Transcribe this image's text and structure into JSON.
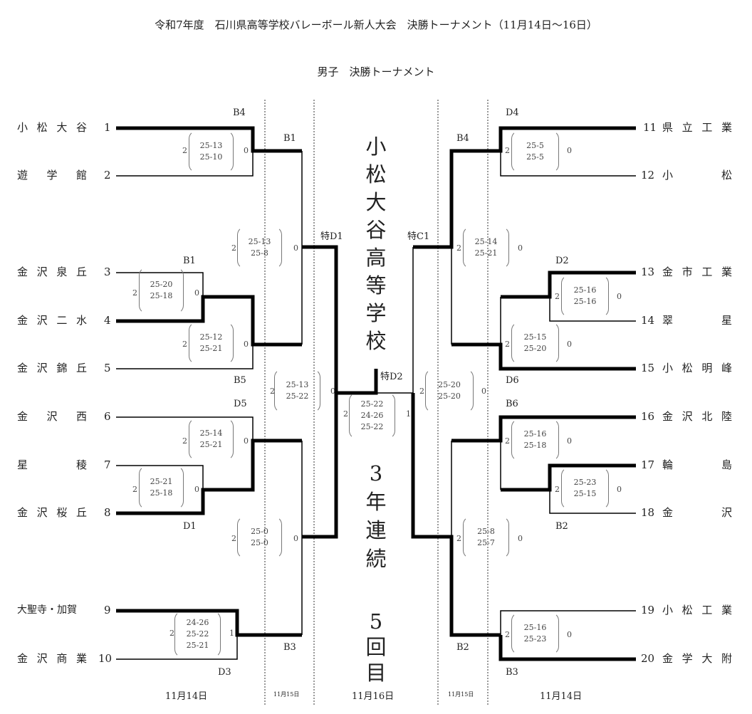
{
  "header": {
    "title": "令和7年度　石川県高等学校バレーボール新人大会　決勝トーナメント（11月14日〜16日）",
    "subtitle": "男子　決勝トーナメント"
  },
  "teams_left": [
    {
      "num": "1",
      "name": "小松大谷"
    },
    {
      "num": "2",
      "name": "遊学館"
    },
    {
      "num": "3",
      "name": "金沢泉丘"
    },
    {
      "num": "4",
      "name": "金沢二水"
    },
    {
      "num": "5",
      "name": "金沢錦丘"
    },
    {
      "num": "6",
      "name": "金沢西"
    },
    {
      "num": "7",
      "name": "星稜"
    },
    {
      "num": "8",
      "name": "金沢桜丘"
    },
    {
      "num": "9",
      "name": "大聖寺・加賀"
    },
    {
      "num": "10",
      "name": "金沢商業"
    }
  ],
  "teams_right": [
    {
      "num": "11",
      "name": "県立工業"
    },
    {
      "num": "12",
      "name": "小松"
    },
    {
      "num": "13",
      "name": "金市工業"
    },
    {
      "num": "14",
      "name": "翠星"
    },
    {
      "num": "15",
      "name": "小松明峰"
    },
    {
      "num": "16",
      "name": "金沢北陸"
    },
    {
      "num": "17",
      "name": "輪島"
    },
    {
      "num": "18",
      "name": "金沢"
    },
    {
      "num": "19",
      "name": "小松工業"
    },
    {
      "num": "20",
      "name": "金学大附"
    }
  ],
  "matches": [
    {
      "left": "2",
      "right": "0",
      "scores": [
        "25-13",
        "25-10"
      ]
    },
    {
      "left": "2",
      "right": "0",
      "scores": [
        "25-20",
        "25-18"
      ]
    },
    {
      "left": "2",
      "right": "0",
      "scores": [
        "25-12",
        "25-21"
      ]
    },
    {
      "left": "2",
      "right": "0",
      "scores": [
        "25-13",
        "25-8"
      ]
    },
    {
      "left": "2",
      "right": "0",
      "scores": [
        "25-14",
        "25-21"
      ]
    },
    {
      "left": "2",
      "right": "0",
      "scores": [
        "25-21",
        "25-18"
      ]
    },
    {
      "left": "2",
      "right": "0",
      "scores": [
        "25-0",
        "25-0"
      ]
    },
    {
      "left": "2",
      "right": "1",
      "scores": [
        "24-26",
        "25-22",
        "25-21"
      ]
    },
    {
      "left": "2",
      "right": "0",
      "scores": [
        "25-13",
        "25-22"
      ]
    },
    {
      "left": "2",
      "right": "1",
      "scores": [
        "25-22",
        "24-26",
        "25-22"
      ]
    },
    {
      "left": "2",
      "right": "0",
      "scores": [
        "25-5",
        "25-5"
      ]
    },
    {
      "left": "2",
      "right": "0",
      "scores": [
        "25-14",
        "25-21"
      ]
    },
    {
      "left": "2",
      "right": "0",
      "scores": [
        "25-16",
        "25-16"
      ]
    },
    {
      "left": "2",
      "right": "0",
      "scores": [
        "25-15",
        "25-20"
      ]
    },
    {
      "left": "2",
      "right": "0",
      "scores": [
        "25-20",
        "25-20"
      ]
    },
    {
      "left": "2",
      "right": "0",
      "scores": [
        "25-16",
        "25-18"
      ]
    },
    {
      "left": "2",
      "right": "0",
      "scores": [
        "25-23",
        "25-15"
      ]
    },
    {
      "left": "2",
      "right": "0",
      "scores": [
        "25-8",
        "25-7"
      ]
    },
    {
      "left": "2",
      "right": "0",
      "scores": [
        "25-16",
        "25-23"
      ]
    }
  ],
  "court_labels": [
    "B4",
    "B1",
    "特D1",
    "B1",
    "B5",
    "D5",
    "D1",
    "B3",
    "D3",
    "特D2",
    "D4",
    "B4",
    "特C1",
    "D2",
    "D6",
    "B6",
    "B2",
    "B2",
    "B3"
  ],
  "champion": {
    "line1": [
      "小",
      "松",
      "大",
      "谷",
      "高",
      "等",
      "学",
      "校"
    ],
    "line2": [
      "3",
      "年",
      "連",
      "続"
    ],
    "line3": [
      "5",
      "回",
      "目"
    ]
  },
  "dates": [
    "11月14日",
    "11月15日",
    "11月16日",
    "11月15日",
    "11月14日"
  ]
}
